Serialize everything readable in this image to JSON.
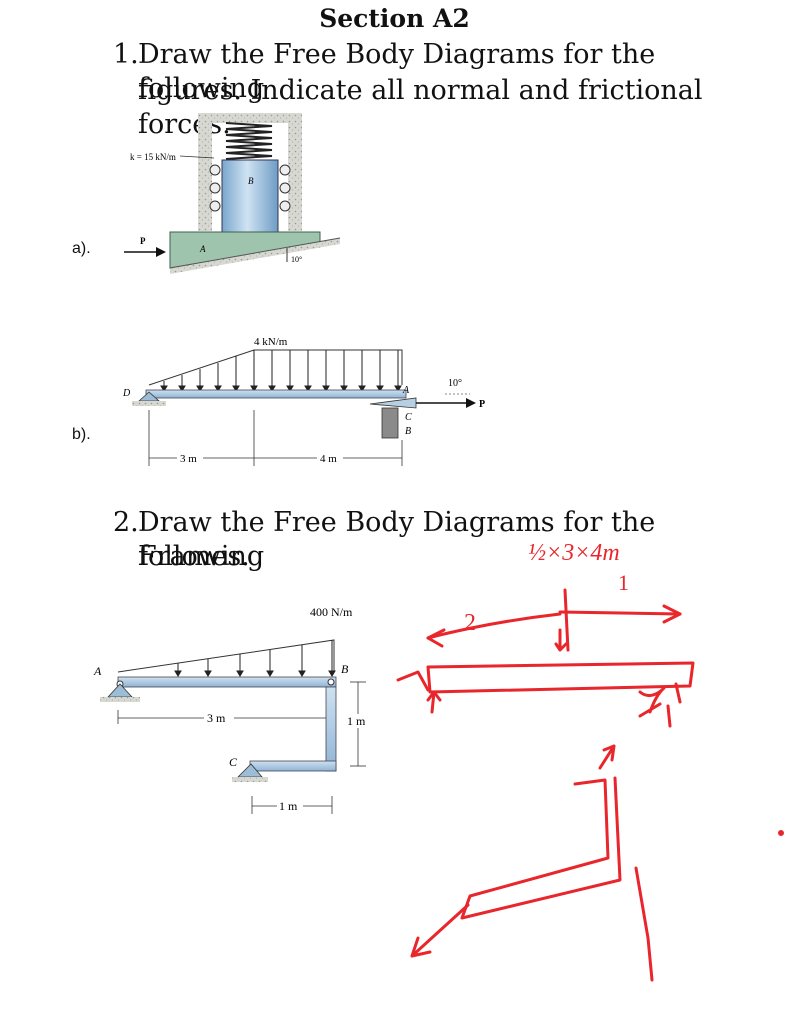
{
  "section_title": "Section A2",
  "q1": {
    "number": "1.",
    "line1": "Draw the Free Body Diagrams for the following",
    "line2": "figures. Indicate all normal and frictional forces."
  },
  "part_a": {
    "label": "a).",
    "spring_label": "k = 15 kN/m",
    "force_label": "P",
    "block_a_label": "A",
    "block_b_label": "B",
    "angle_label": "10°"
  },
  "part_b": {
    "label": "b).",
    "load_label": "4 kN/m",
    "point_d": "D",
    "point_a": "A",
    "point_c": "C",
    "point_b": "B",
    "angle_label": "10°",
    "force_label": "P",
    "dim1": "3 m",
    "dim2": "4 m"
  },
  "q2": {
    "number": "2.",
    "line1": "Draw the Free Body Diagrams for the following",
    "line2": "Frames."
  },
  "frame": {
    "load_label": "400 N/m",
    "point_a": "A",
    "point_b": "B",
    "point_c": "C",
    "dim_3m": "3 m",
    "dim_1m_vertical": "1 m",
    "dim_1m_horizontal": "1 m"
  },
  "handwriting": {
    "formula": "½×3×4m",
    "num_2": "2",
    "num_1": "1",
    "color": "#e8262b"
  }
}
